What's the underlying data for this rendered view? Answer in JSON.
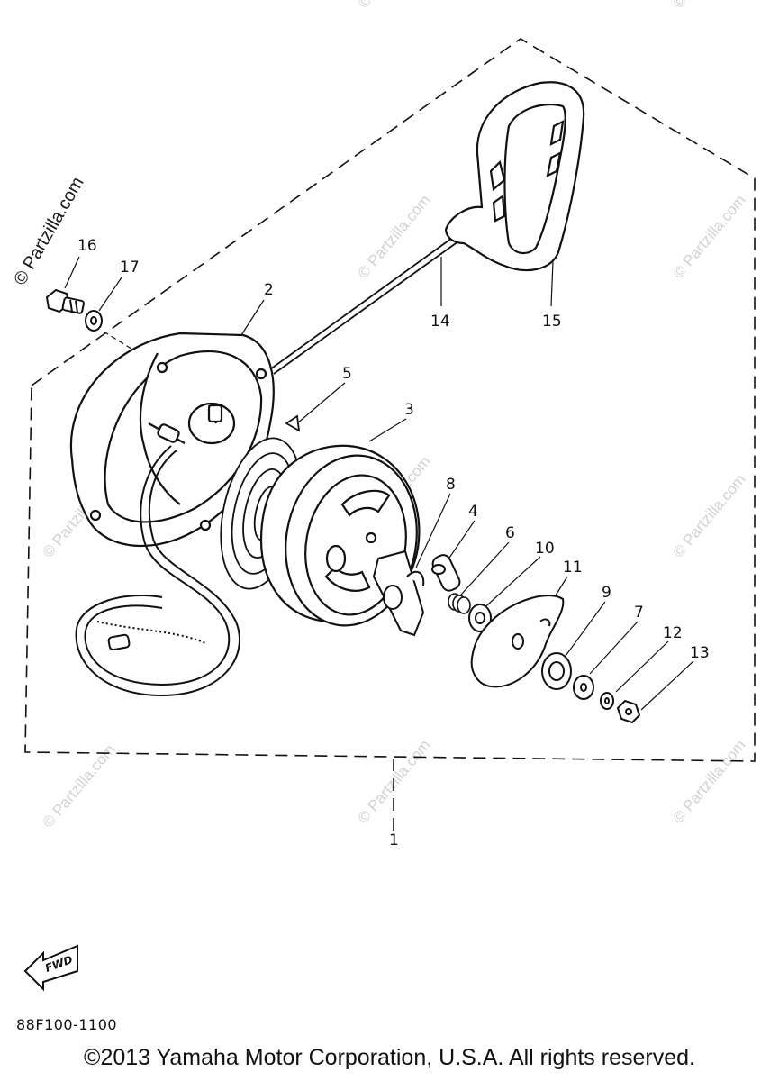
{
  "watermark": "© Partzilla.com",
  "callouts": [
    "1",
    "2",
    "3",
    "4",
    "5",
    "6",
    "7",
    "8",
    "9",
    "10",
    "11",
    "12",
    "13",
    "14",
    "15",
    "16",
    "17"
  ],
  "fwd_label": "FWD",
  "diagram_code": "88F100-1100",
  "copyright": "©2013 Yamaha Motor Corporation, U.S.A. All rights reserved."
}
